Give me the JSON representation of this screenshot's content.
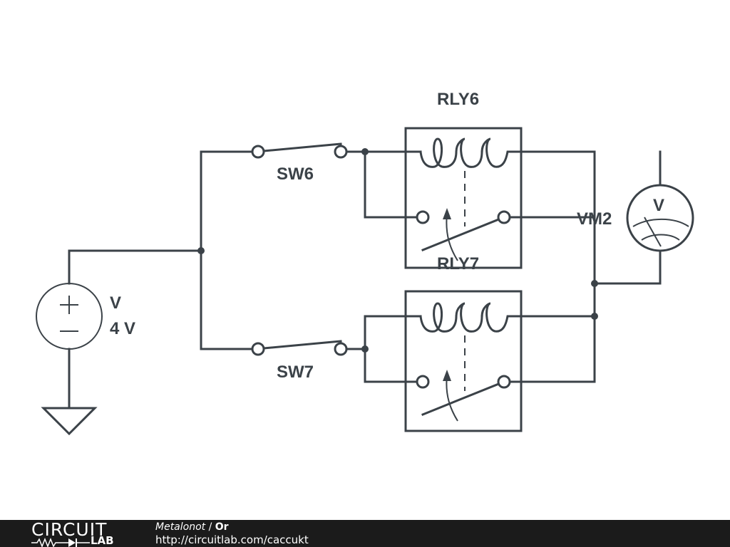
{
  "schematic": {
    "components": {
      "source": {
        "name": "V",
        "value": "4 V",
        "plus_symbol": "+",
        "minus_symbol": "−"
      },
      "sw6": {
        "name": "SW6"
      },
      "sw7": {
        "name": "SW7"
      },
      "rly6": {
        "name": "RLY6"
      },
      "rly7": {
        "name": "RLY7"
      },
      "voltmeter": {
        "name": "VM2",
        "symbol": "V"
      }
    },
    "colors": {
      "wire": "#3b4248",
      "background": "#ffffff",
      "footer": "#1b1b1b"
    }
  },
  "footer": {
    "logo_top": "CIRCUIT",
    "logo_bottom": "LAB",
    "author": "Metalonot",
    "separator": " / ",
    "title": "Or",
    "url": "http://circuitlab.com/caccukt"
  }
}
